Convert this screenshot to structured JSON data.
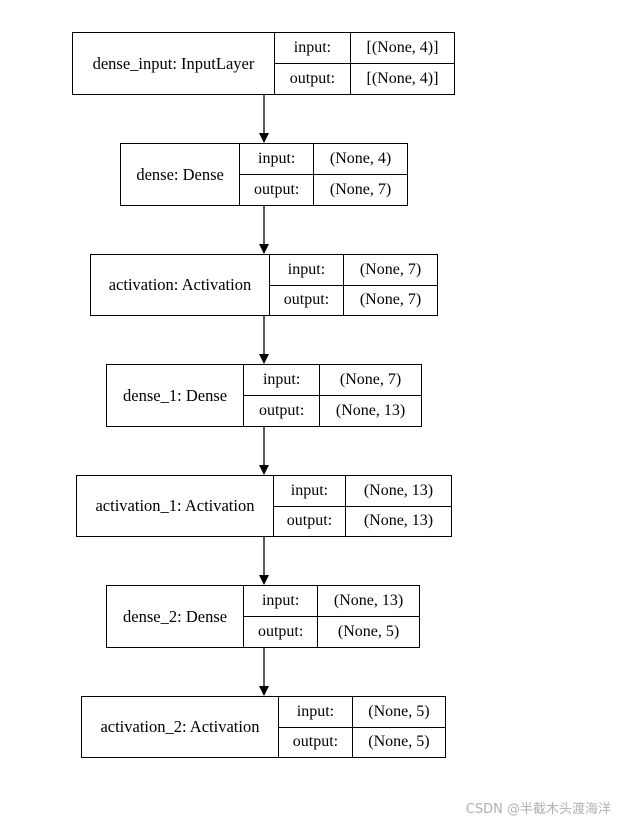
{
  "nodes": [
    {
      "name": "dense_input: InputLayer",
      "input_label": "input:",
      "input_value": "[(None, 4)]",
      "output_label": "output:",
      "output_value": "[(None, 4)]"
    },
    {
      "name": "dense: Dense",
      "input_label": "input:",
      "input_value": "(None, 4)",
      "output_label": "output:",
      "output_value": "(None, 7)"
    },
    {
      "name": "activation: Activation",
      "input_label": "input:",
      "input_value": "(None, 7)",
      "output_label": "output:",
      "output_value": "(None, 7)"
    },
    {
      "name": "dense_1: Dense",
      "input_label": "input:",
      "input_value": "(None, 7)",
      "output_label": "output:",
      "output_value": "(None, 13)"
    },
    {
      "name": "activation_1: Activation",
      "input_label": "input:",
      "input_value": "(None, 13)",
      "output_label": "output:",
      "output_value": "(None, 13)"
    },
    {
      "name": "dense_2: Dense",
      "input_label": "input:",
      "input_value": "(None, 13)",
      "output_label": "output:",
      "output_value": "(None, 5)"
    },
    {
      "name": "activation_2: Activation",
      "input_label": "input:",
      "input_value": "(None, 5)",
      "output_label": "output:",
      "output_value": "(None, 5)"
    }
  ],
  "watermark": "CSDN @半截木头渡海洋"
}
